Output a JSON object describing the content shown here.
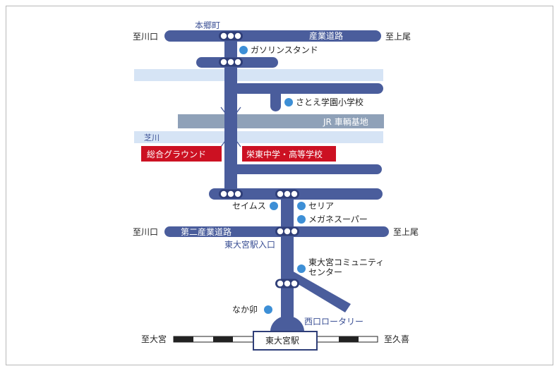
{
  "colors": {
    "road": "#4a5d9c",
    "road_dark": "#2f3e78",
    "river": "#d6e4f5",
    "rail_band": "#8fa1b8",
    "red_label": "#cc1122",
    "poi_dot": "#3d8fd6",
    "frame": "#b8b8b8",
    "text": "#222222",
    "blue_text": "#3a4f94"
  },
  "labels": {
    "hongo_cho": "本郷町",
    "to_kawaguchi_top": "至川口",
    "sangyo_doro": "産業道路",
    "to_ageo_top": "至上尾",
    "gasoline_stand": "ガソリンスタンド",
    "satoe_school": "さとえ学園小学校",
    "jr_depot": "JR 車輌基地",
    "shibakawa": "芝川",
    "sogo_ground": "総合グラウンド",
    "sakae_school": "栄東中学・高等学校",
    "seimusu": "セイムス",
    "seria": "セリア",
    "mega_super": "メガネスーパー",
    "to_kawaguchi_bottom": "至川口",
    "daini_sangyo_doro": "第二産業道路",
    "to_ageo_bottom": "至上尾",
    "higashi_omiya_entrance": "東大宮駅入口",
    "community_center_1": "東大宮コミュニティ",
    "community_center_2": "センター",
    "nakau": "なか卯",
    "west_rotary": "西口ロータリー",
    "to_omiya": "至大宮",
    "station": "東大宮駅",
    "to_kuki": "至久喜"
  }
}
